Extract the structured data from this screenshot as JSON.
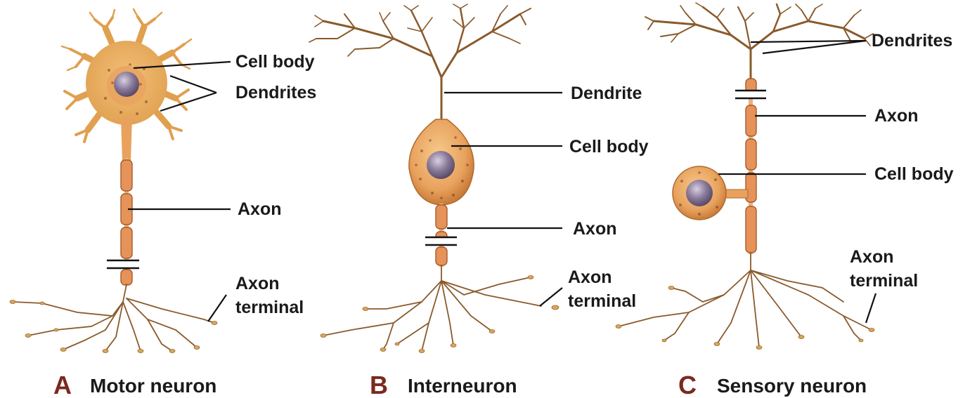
{
  "panels": [
    {
      "letter": "A",
      "caption": "Motor neuron",
      "labels": [
        "Cell body",
        "Dendrites",
        "Axon",
        "Axon",
        "terminal"
      ]
    },
    {
      "letter": "B",
      "caption": "Interneuron",
      "labels": [
        "Dendrite",
        "Cell body",
        "Axon",
        "Axon",
        "terminal"
      ]
    },
    {
      "letter": "C",
      "caption": "Sensory neuron",
      "labels": [
        "Dendrites",
        "Axon",
        "Cell body",
        "Axon",
        "terminal"
      ]
    }
  ],
  "colors": {
    "letter": "#7a2a1e",
    "axon_segment": "#e6935a",
    "cell_body": "#e8a25e",
    "nucleus": "#8a7a9a",
    "dendrite": "#8a5a2b"
  }
}
